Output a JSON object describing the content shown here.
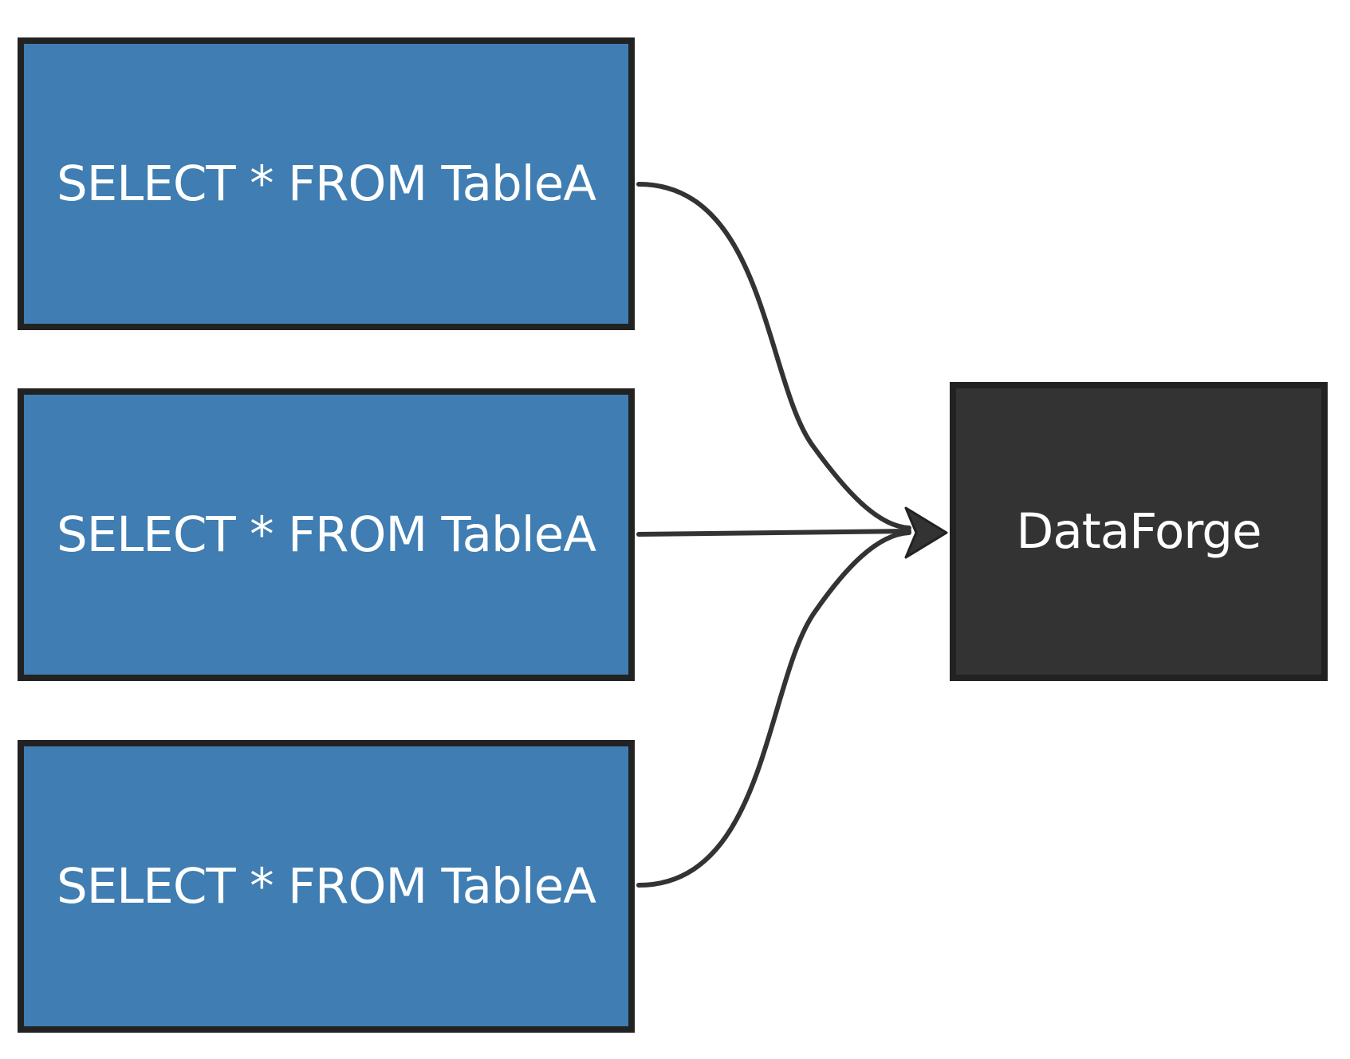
{
  "diagram": {
    "type": "flowchart",
    "sources": [
      {
        "id": "source-1",
        "label": "SELECT * FROM TableA"
      },
      {
        "id": "source-2",
        "label": "SELECT * FROM TableA"
      },
      {
        "id": "source-3",
        "label": "SELECT * FROM TableA"
      }
    ],
    "target": {
      "id": "dataforge",
      "label": "DataForge"
    },
    "edges": [
      {
        "from": "source-1",
        "to": "dataforge"
      },
      {
        "from": "source-2",
        "to": "dataforge"
      },
      {
        "from": "source-3",
        "to": "dataforge"
      }
    ],
    "colors": {
      "source_fill": "#3f7db2",
      "target_fill": "#333333",
      "border": "#222222",
      "edge": "#333333",
      "label_text": "#ffffff"
    }
  }
}
